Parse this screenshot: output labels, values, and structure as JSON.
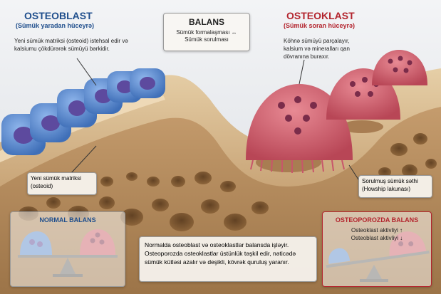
{
  "osteoblast": {
    "title": "OSTEOBLAST",
    "subtitle": "(Sümük yaradan hüceyrə)",
    "description": "Yeni sümük matriksi (osteoid) istehsal edir və kalsiumu çökdürərək sümüyü bərkidir."
  },
  "balance": {
    "title": "BALANS",
    "line1": "Sümük formalaşması ↔",
    "line2": "Sümük sorulması"
  },
  "osteoclast": {
    "title": "OSTEOKLAST",
    "subtitle": "(Sümük soran hüceyrə)",
    "description": "Köhnə sümüyü parçalayır, kalsium və mineralları qan dövranına buraxır."
  },
  "osteoid_label": "Yeni sümük matriksi (osteoid)",
  "resorbed_label": "Sorulmuş sümük səthi (Howship lakunası)",
  "normal_panel": {
    "title": "NORMAL BALANS"
  },
  "explanation": "Normalda osteoblast və osteoklastlar balansda işləyir. Osteoporozda osteoklastlar üstünlük təşkil edir, nəticədə sümük kütləsi azalır və deşikli, kövrək quruluş yaranır.",
  "osteoporosis_panel": {
    "title": "OSTEOPOROZDA BALANS",
    "line1": "Osteoklast aktivliyi ↑",
    "line2": "Osteoblast aktivliyi ↓"
  },
  "colors": {
    "osteoblast": "#5b8fd6",
    "osteoclast": "#d0606e",
    "bone": "#d4b48a",
    "title_blue": "#1f4e8c",
    "title_red": "#b3242d"
  }
}
